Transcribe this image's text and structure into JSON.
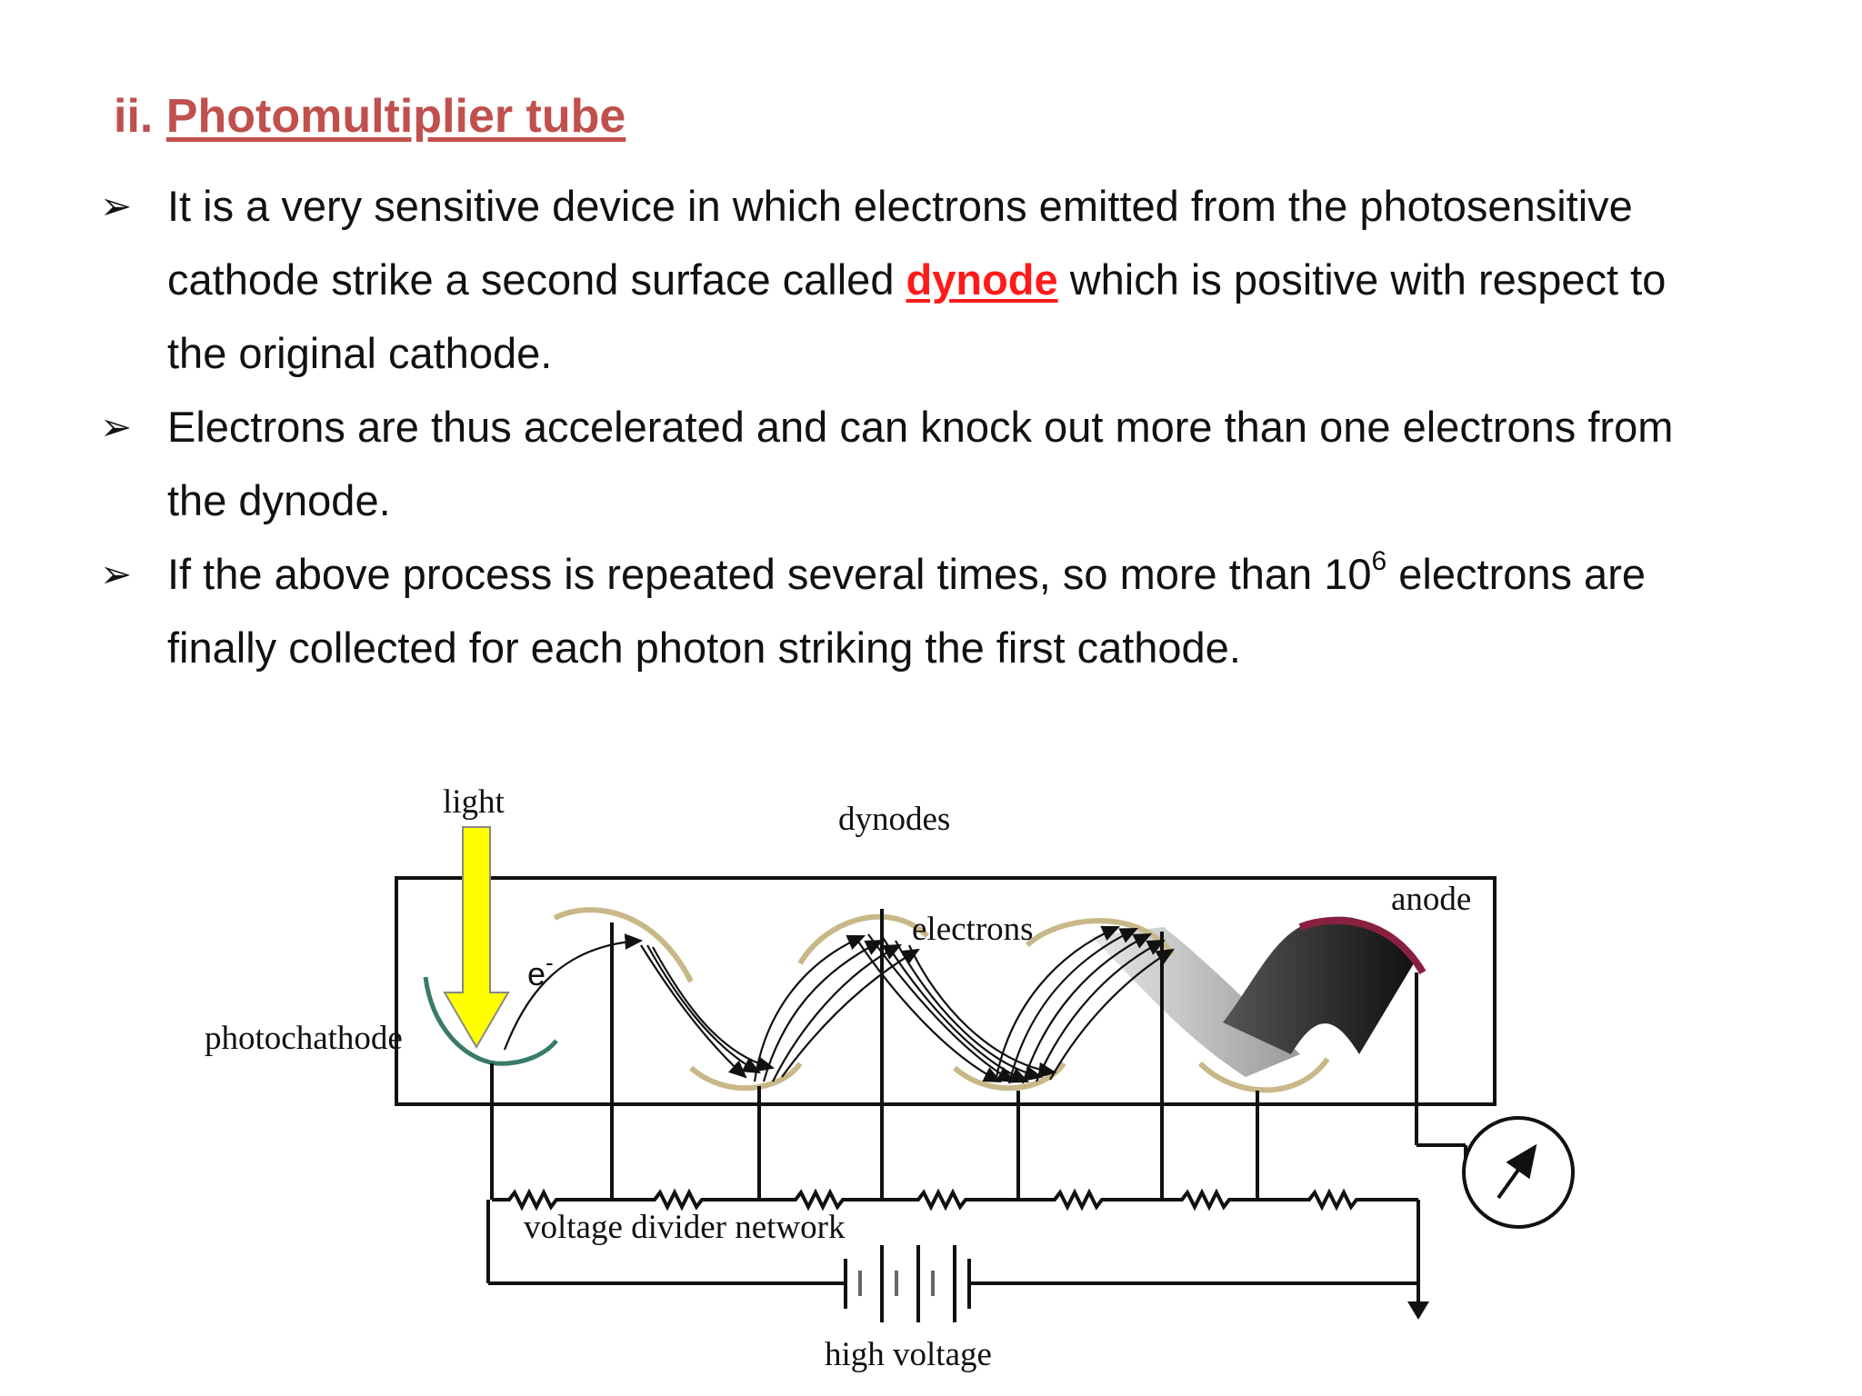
{
  "heading": {
    "number": "ii.",
    "title": "Photomultiplier tube"
  },
  "bullets": [
    {
      "lines": [
        "It is a very sensitive device in which electrons emitted from the photosensitive",
        {
          "before": "cathode strike a second surface called ",
          "highlight": "dynode",
          "after": " which is positive with respect to"
        },
        "the original cathode."
      ]
    },
    {
      "lines": [
        "Electrons are thus accelerated and can knock out more than one electrons from",
        "the dynode."
      ]
    },
    {
      "lines": [
        {
          "before": "If the above process is repeated several times, so more than 10",
          "sup": "6",
          "after": " electrons are"
        },
        "finally collected for each photon striking the first cathode."
      ]
    }
  ],
  "bullet_marker": "➢",
  "diagram": {
    "labels": {
      "light": "light",
      "dynodes": "dynodes",
      "electrons": "electrons",
      "anode": "anode",
      "photocathode": "photochathode",
      "electron_symbol": "e",
      "electron_charge": "-",
      "voltage_divider": "voltage divider network",
      "high_voltage": "high voltage"
    },
    "colors": {
      "light_arrow": "#ffff00",
      "photocathode": "#3a7a6a",
      "dynode": "#c8b888",
      "anode": "#8a2040"
    }
  }
}
